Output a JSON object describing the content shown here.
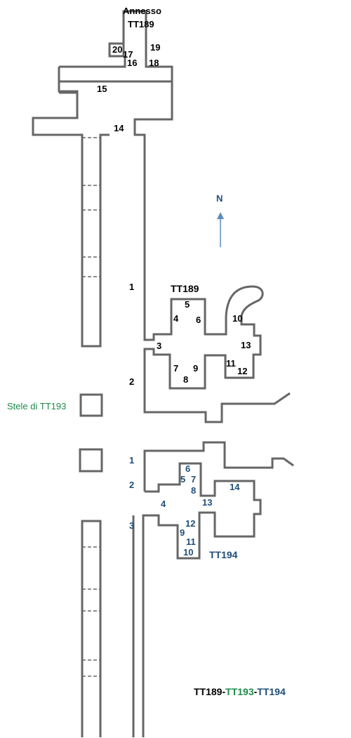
{
  "colors": {
    "black": "#000000",
    "green": "#1e8a4a",
    "blue": "#1f4e79",
    "arrow": "#5b8db8",
    "wall": "#666666"
  },
  "annex": {
    "title_line1": "Annesso",
    "title_line2": "TT189"
  },
  "tt189": {
    "title": "TT189",
    "labels": [
      "1",
      "2",
      "3",
      "4",
      "5",
      "6",
      "10",
      "11",
      "12",
      "13",
      "14",
      "15",
      "16",
      "17",
      "18",
      "19",
      "20",
      "7",
      "8",
      "9"
    ]
  },
  "tt193": {
    "stele": "Stele di TT193"
  },
  "tt194": {
    "title": "TT194",
    "labels": [
      "1",
      "2",
      "3",
      "4",
      "5",
      "6",
      "7",
      "8",
      "9",
      "10",
      "11",
      "12",
      "13",
      "14"
    ]
  },
  "north": "N",
  "legend": {
    "part1": "TT189",
    "sep1": "-",
    "part2": "TT193",
    "sep2": "-",
    "part3": "TT194"
  }
}
